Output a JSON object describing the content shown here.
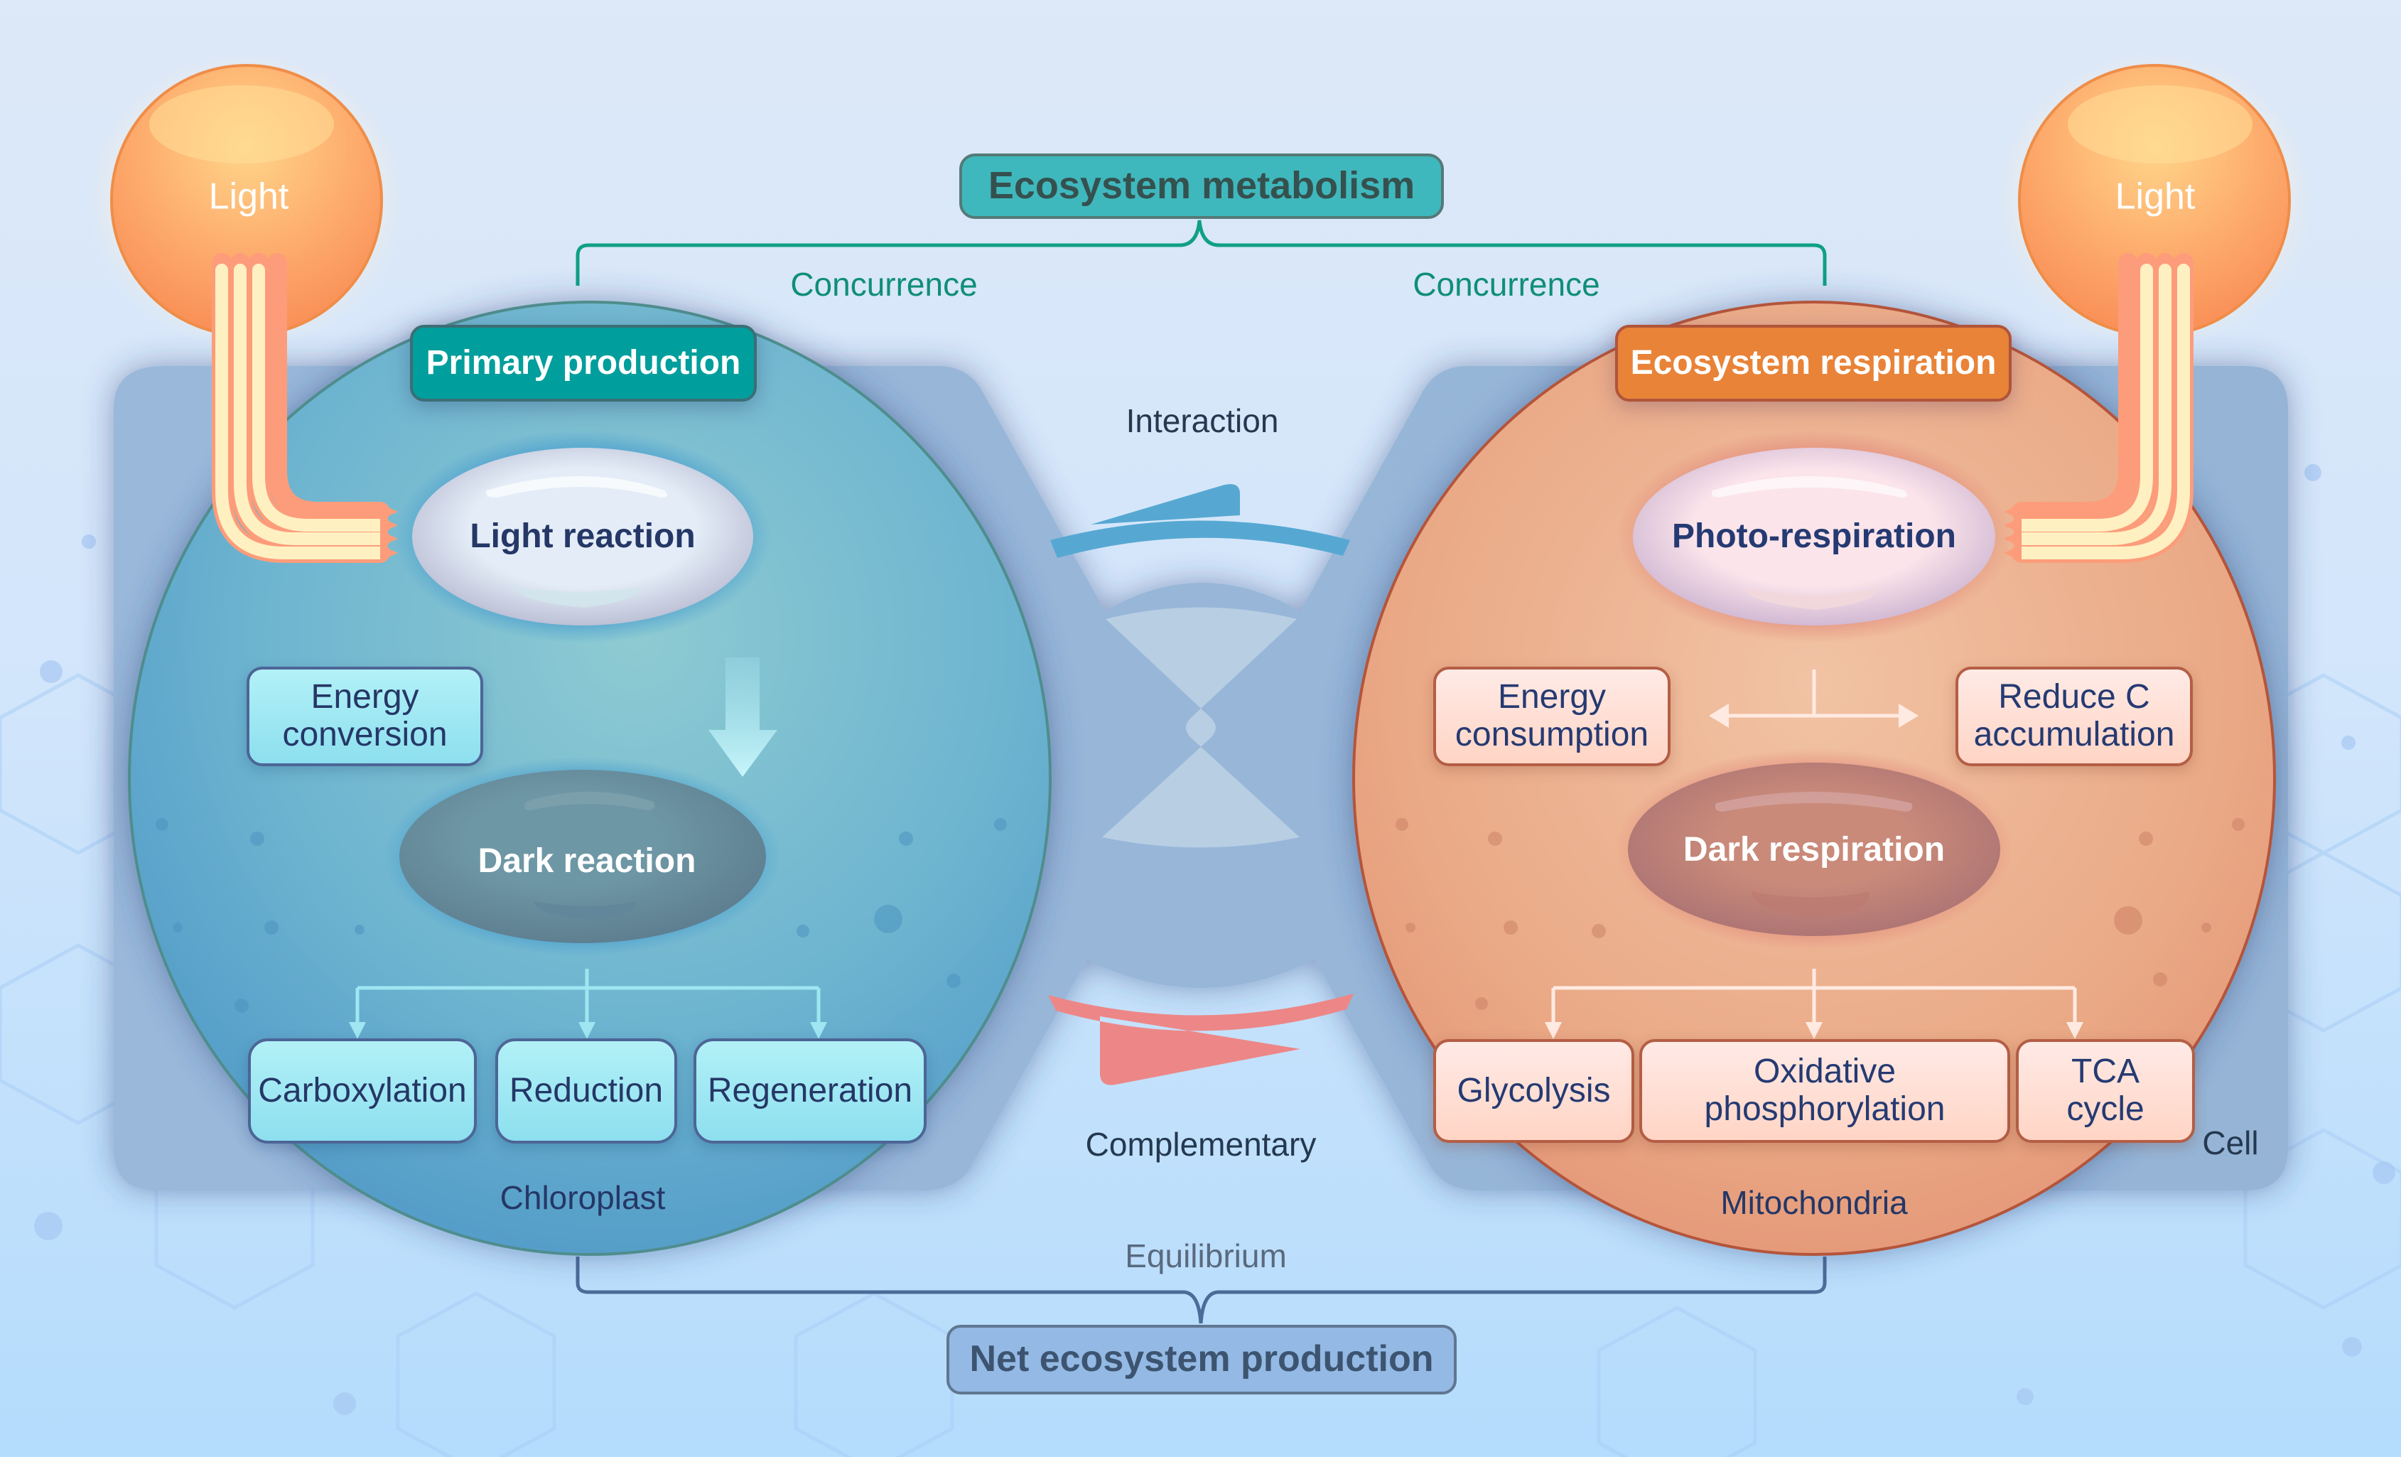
{
  "header": {
    "title": "Ecosystem metabolism",
    "left_branch_label": "Concurrence",
    "right_branch_label": "Concurrence"
  },
  "light_sources": {
    "left": {
      "label": "Light"
    },
    "right": {
      "label": "Light"
    }
  },
  "left_organelle": {
    "title": "Primary production",
    "top_ellipse": "Light reaction",
    "side_box": "Energy conversion",
    "bottom_ellipse": "Dark reaction",
    "steps": [
      "Carboxylation",
      "Reduction",
      "Regeneration"
    ],
    "name": "Chloroplast"
  },
  "right_organelle": {
    "title": "Ecosystem respiration",
    "top_ellipse": "Photo-respiration",
    "left_box": "Energy consumption",
    "right_box": "Reduce C accumulation",
    "bottom_ellipse": "Dark respiration",
    "steps": [
      "Glycolysis",
      "Oxidative phosphorylation",
      "TCA cycle"
    ],
    "name": "Mitochondria"
  },
  "center": {
    "top_label": "Interaction",
    "bottom_label": "Complementary"
  },
  "cell_label": "Cell",
  "footer": {
    "relation_label": "Equilibrium",
    "result": "Net ecosystem production"
  },
  "colors": {
    "teal_accent": "#009e9c",
    "orange_accent": "#e88338",
    "header_fill": "#3fb8bd",
    "footer_fill": "#93b9e4",
    "interaction_arrow": "#56a8d2",
    "complementary_arrow": "#ed8787"
  }
}
